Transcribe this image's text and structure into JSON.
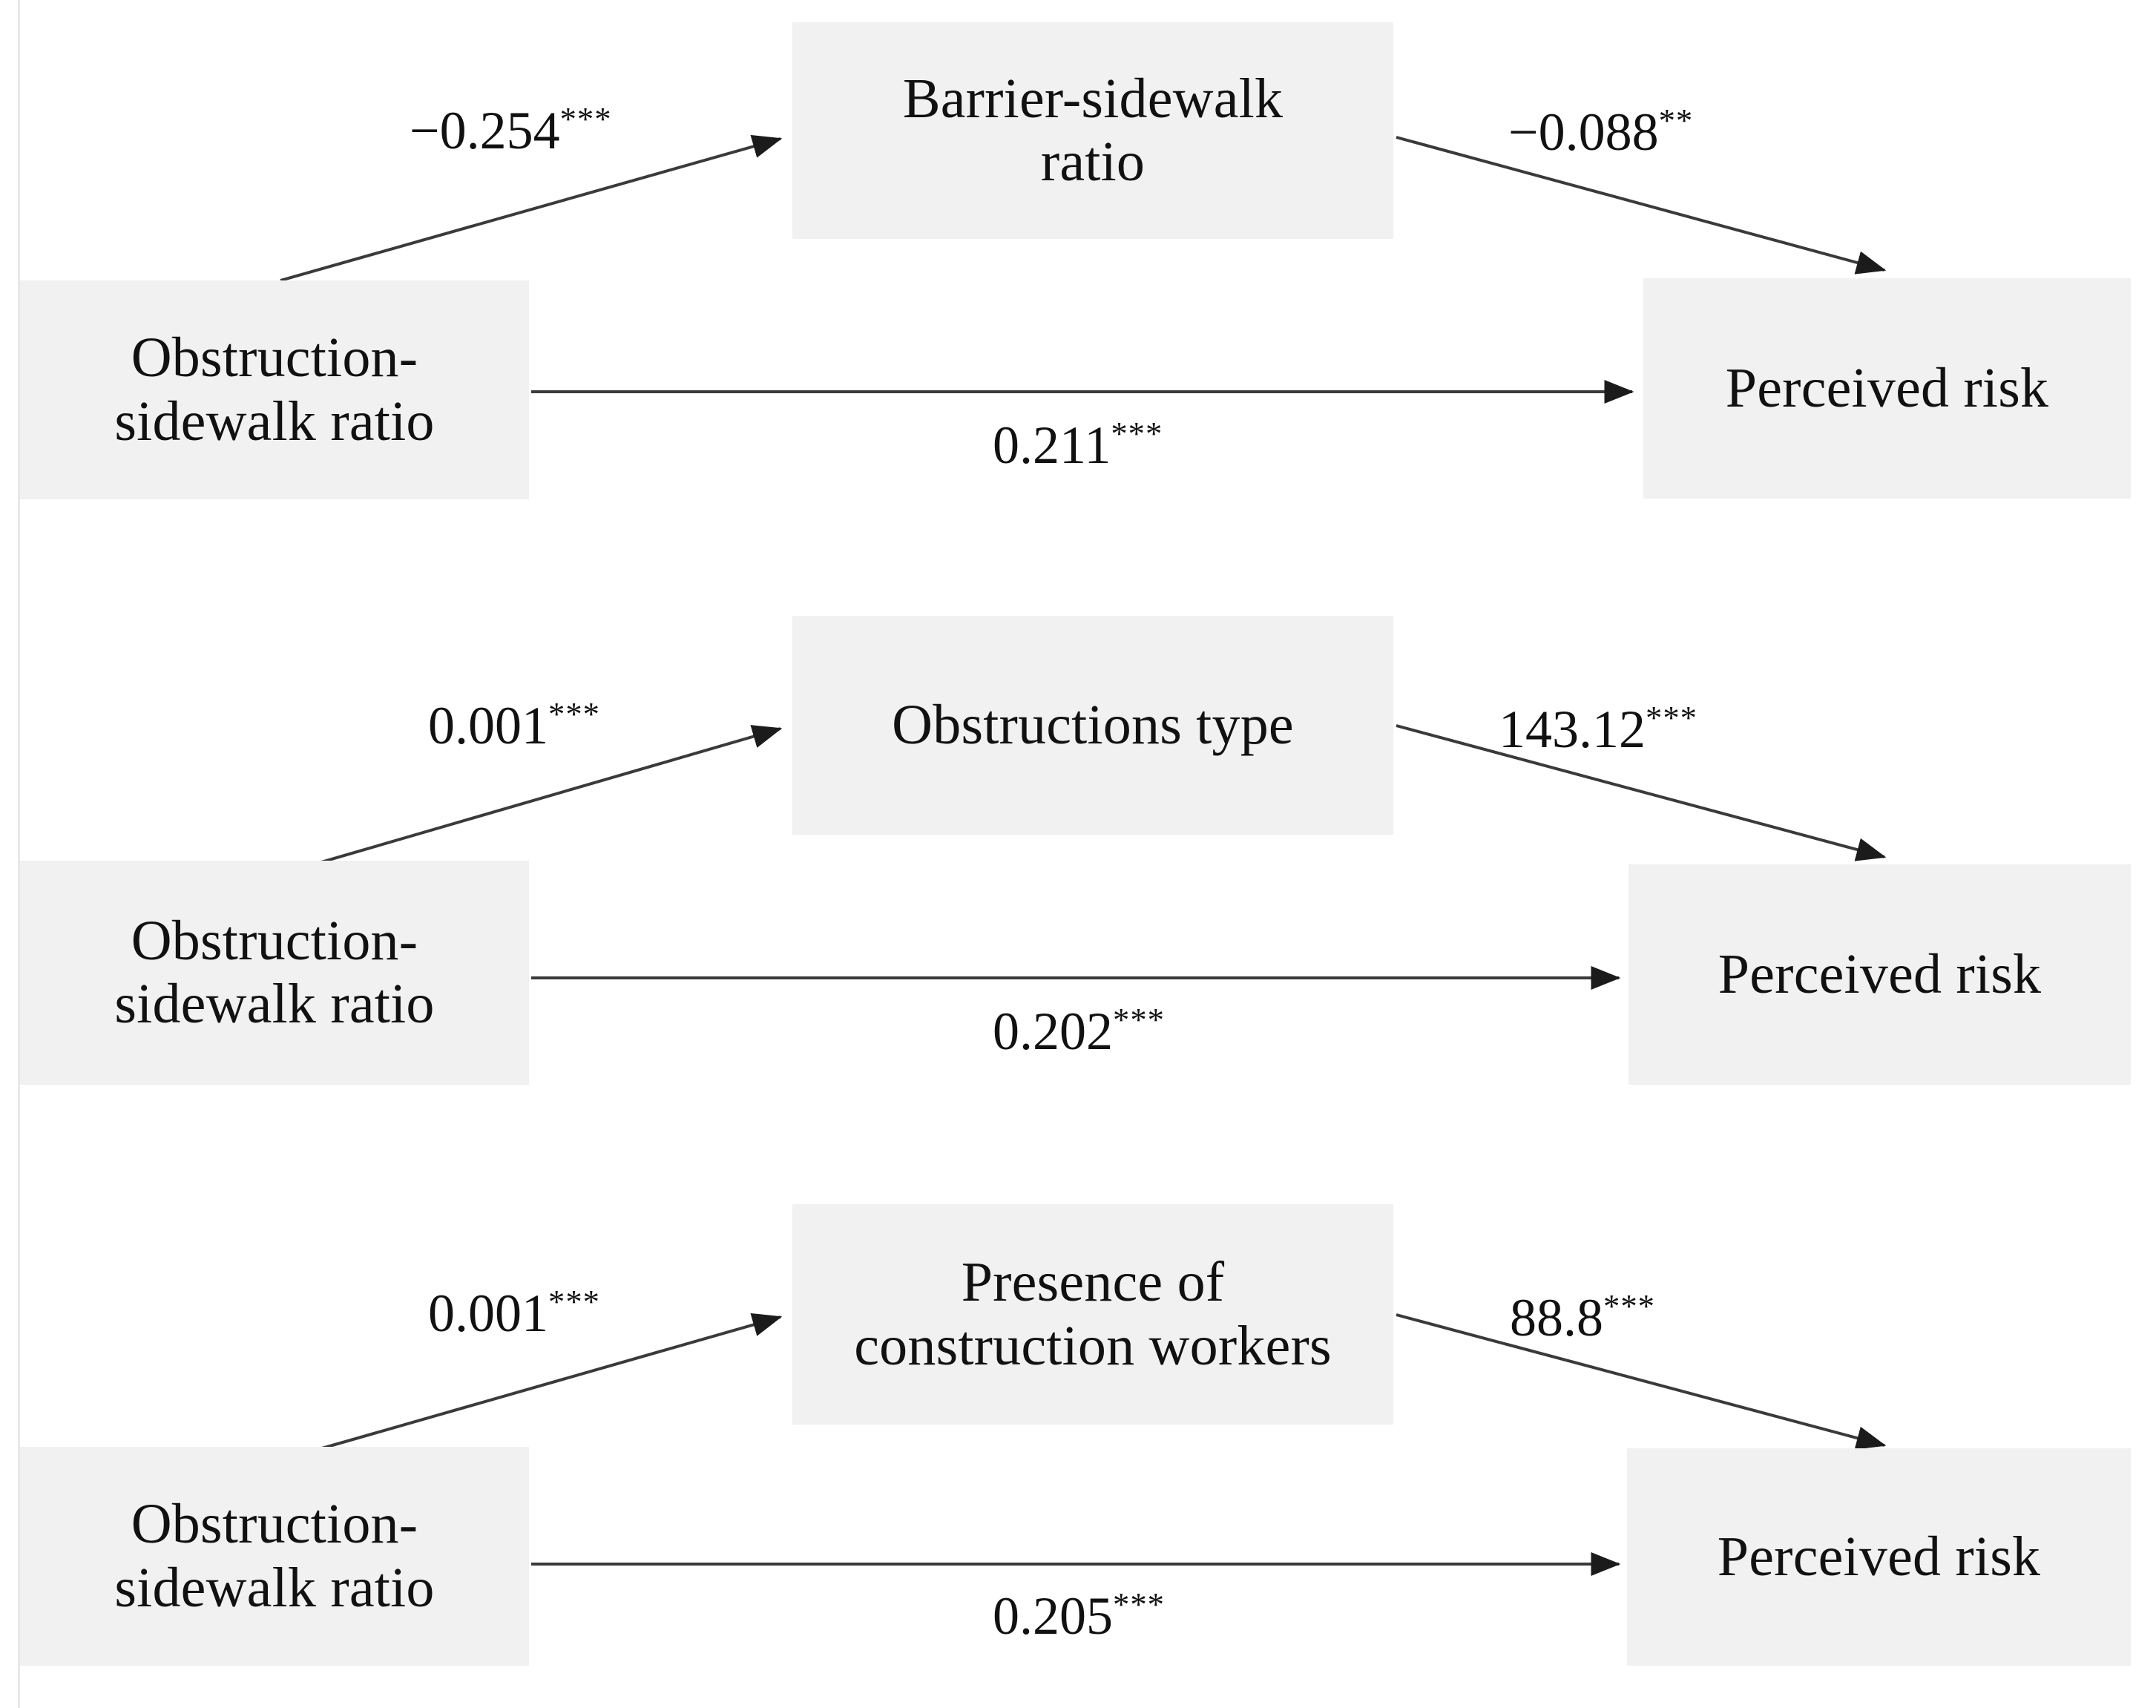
{
  "figure": {
    "type": "mediation-path-diagram",
    "node_fill": "#f1f1f1",
    "text_color": "#111111",
    "edge_color": "#3a3a3a",
    "background": "#ffffff"
  },
  "panels": [
    {
      "id": "panel-1",
      "predictor": "Obstruction-\nsidewalk ratio",
      "mediator": "Barrier-sidewalk\nratio",
      "outcome": "Perceived risk",
      "a_path": {
        "value": "−0.254",
        "stars": "***"
      },
      "b_path": {
        "value": "−0.088",
        "stars": "**"
      },
      "c_path": {
        "value": "0.211",
        "stars": "***"
      }
    },
    {
      "id": "panel-2",
      "predictor": "Obstruction-\nsidewalk ratio",
      "mediator": "Obstructions type",
      "outcome": "Perceived risk",
      "a_path": {
        "value": "0.001",
        "stars": "***"
      },
      "b_path": {
        "value": "143.12",
        "stars": "***"
      },
      "c_path": {
        "value": "0.202",
        "stars": "***"
      }
    },
    {
      "id": "panel-3",
      "predictor": "Obstruction-\nsidewalk ratio",
      "mediator": "Presence of\nconstruction workers",
      "outcome": "Perceived risk",
      "a_path": {
        "value": "0.001",
        "stars": "***"
      },
      "b_path": {
        "value": "88.8",
        "stars": "***"
      },
      "c_path": {
        "value": "0.205",
        "stars": "***"
      }
    }
  ]
}
